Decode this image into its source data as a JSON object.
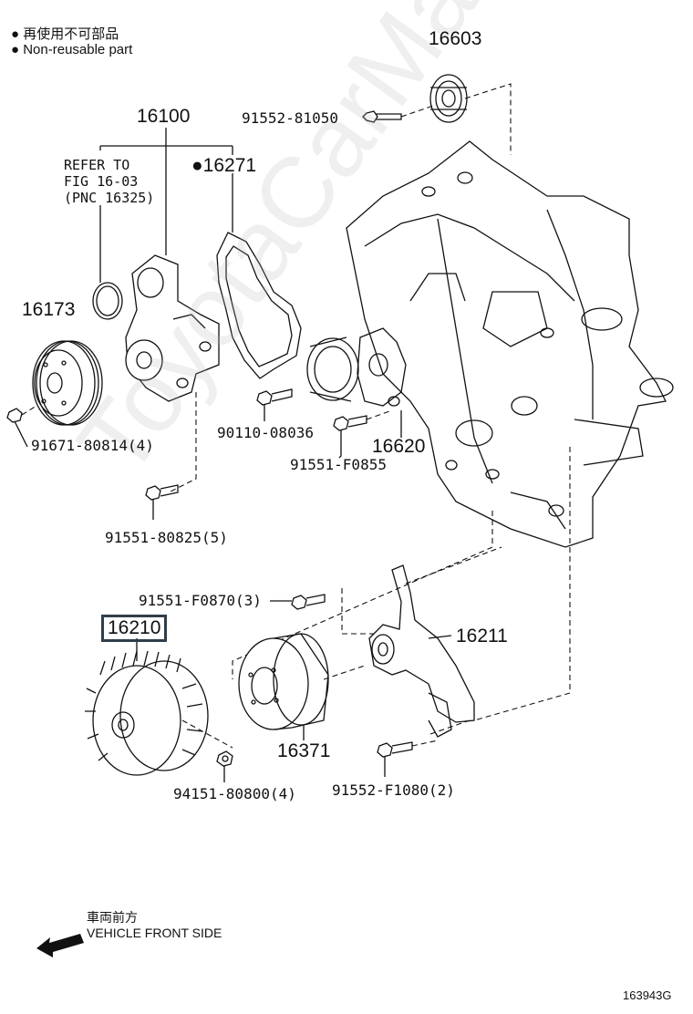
{
  "legend": {
    "line1": "● 再使用不可部品",
    "line2": "● Non-reusable part"
  },
  "note": {
    "line1": "REFER TO",
    "line2": "FIG 16-03",
    "line3": "(PNC 16325)"
  },
  "parts": {
    "p16603": "16603",
    "p16100": "16100",
    "p16271": "●16271",
    "p16173": "16173",
    "p16620": "16620",
    "p16210": "16210",
    "p16211": "16211",
    "p16371": "16371",
    "b91552_81050": "91552-81050",
    "b91671_80814": "91671-80814(4)",
    "b90110_08036": "90110-08036",
    "b91551_F0855": "91551-F0855",
    "b91551_80825": "91551-80825(5)",
    "b91551_F0870": "91551-F0870(3)",
    "b94151_80800": "94151-80800(4)",
    "b91552_F1080": "91552-F1080(2)"
  },
  "direction": {
    "jp": "車両前方",
    "en": "VEHICLE FRONT SIDE"
  },
  "figure_id": "163943G",
  "watermark": "ToyotaCarMaster.ru"
}
